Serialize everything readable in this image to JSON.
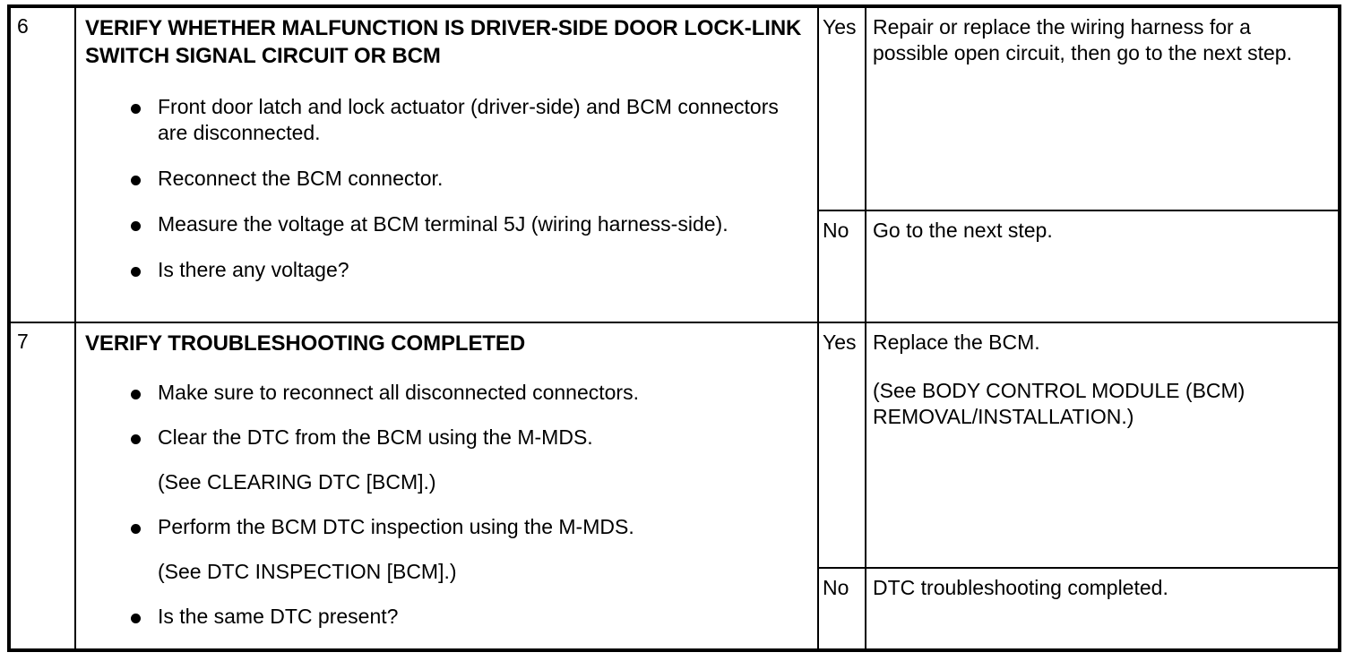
{
  "document": {
    "type": "dtc-troubleshooting-table",
    "border_color": "#000000",
    "background_color": "#ffffff"
  },
  "steps": [
    {
      "number": "6",
      "heading": "VERIFY WHETHER MALFUNCTION IS DRIVER-SIDE DOOR LOCK-LINK SWITCH SIGNAL CIRCUIT OR BCM",
      "items": [
        {
          "bullet": true,
          "text": "Front door latch and lock actuator (driver-side) and BCM connectors are disconnected."
        },
        {
          "bullet": true,
          "text": "Reconnect the BCM connector."
        },
        {
          "bullet": true,
          "text": "Measure the voltage at BCM terminal 5J (wiring harness-side)."
        },
        {
          "bullet": true,
          "text": "Is there any voltage?"
        }
      ],
      "results": [
        {
          "key": "Yes",
          "paragraphs": [
            "Repair or replace the wiring harness for a possible open circuit, then go to the next step."
          ]
        },
        {
          "key": "No",
          "paragraphs": [
            "Go to the next step."
          ]
        }
      ]
    },
    {
      "number": "7",
      "heading": "VERIFY TROUBLESHOOTING COMPLETED",
      "items": [
        {
          "bullet": true,
          "text": "Make sure to reconnect all disconnected connectors."
        },
        {
          "bullet": true,
          "text": "Clear the DTC from the BCM using the M-MDS."
        },
        {
          "bullet": false,
          "text": "(See CLEARING DTC [BCM].)"
        },
        {
          "bullet": true,
          "text": "Perform the BCM DTC inspection using the M-MDS."
        },
        {
          "bullet": false,
          "text": "(See DTC INSPECTION [BCM].)"
        },
        {
          "bullet": true,
          "text": "Is the same DTC present?"
        }
      ],
      "results": [
        {
          "key": "Yes",
          "paragraphs": [
            "Replace the BCM.",
            "(See BODY CONTROL MODULE (BCM) REMOVAL/INSTALLATION.)"
          ]
        },
        {
          "key": "No",
          "paragraphs": [
            "DTC troubleshooting completed."
          ]
        }
      ]
    }
  ]
}
